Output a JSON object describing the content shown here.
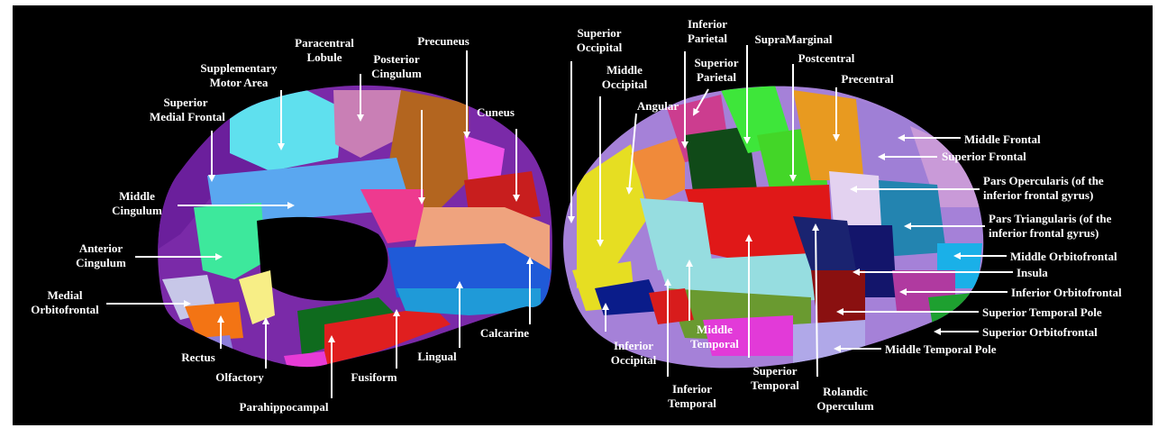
{
  "colors": {
    "background": "#000000",
    "label": "#ffffff",
    "arrow": "#ffffff"
  },
  "medial_labels": {
    "superior_medial_frontal": [
      "Superior",
      "Medial Frontal"
    ],
    "supplementary_motor_area": [
      "Supplementary",
      "Motor Area"
    ],
    "paracentral_lobule": [
      "Paracentral",
      "Lobule"
    ],
    "posterior_cingulum": [
      "Posterior",
      "Cingulum"
    ],
    "precuneus": "Precuneus",
    "cuneus": "Cuneus",
    "middle_cingulum": [
      "Middle",
      "Cingulum"
    ],
    "anterior_cingulum": [
      "Anterior",
      "Cingulum"
    ],
    "medial_orbitofrontal": [
      "Medial",
      "Orbitofrontal"
    ],
    "rectus": "Rectus",
    "olfactory": "Olfactory",
    "parahippocampal": "Parahippocampal",
    "fusiform": "Fusiform",
    "lingual": "Lingual",
    "calcarine": "Calcarine"
  },
  "lateral_labels": {
    "superior_occipital": [
      "Superior",
      "Occipital"
    ],
    "middle_occipital": [
      "Middle",
      "Occipital"
    ],
    "angular": "Angular",
    "inferior_parietal": [
      "Inferior",
      "Parietal"
    ],
    "superior_parietal": [
      "Superior",
      "Parietal"
    ],
    "supramarginal": "SupraMarginal",
    "postcentral": "Postcentral",
    "precentral": "Precentral",
    "middle_frontal": "Middle Frontal",
    "superior_frontal": "Superior Frontal",
    "pars_opercularis": [
      "Pars Opercularis (of the",
      "inferior frontal gyrus)"
    ],
    "pars_triangularis": [
      "Pars Triangularis (of the",
      "inferior frontal gyrus)"
    ],
    "middle_orbitofrontal": "Middle Orbitofrontal",
    "insula": "Insula",
    "inferior_orbitofrontal": "Inferior Orbitofrontal",
    "superior_temporal_pole": "Superior Temporal Pole",
    "superior_orbitofrontal": "Superior Orbitofrontal",
    "middle_temporal_pole": "Middle Temporal Pole",
    "rolandic_operculum": [
      "Rolandic",
      "Operculum"
    ],
    "superior_temporal": [
      "Superior",
      "Temporal"
    ],
    "inferior_temporal": [
      "Inferior",
      "Temporal"
    ],
    "middle_temporal": [
      "Middle",
      "Temporal"
    ],
    "inferior_occipital": [
      "Inferior",
      "Occipital"
    ]
  }
}
